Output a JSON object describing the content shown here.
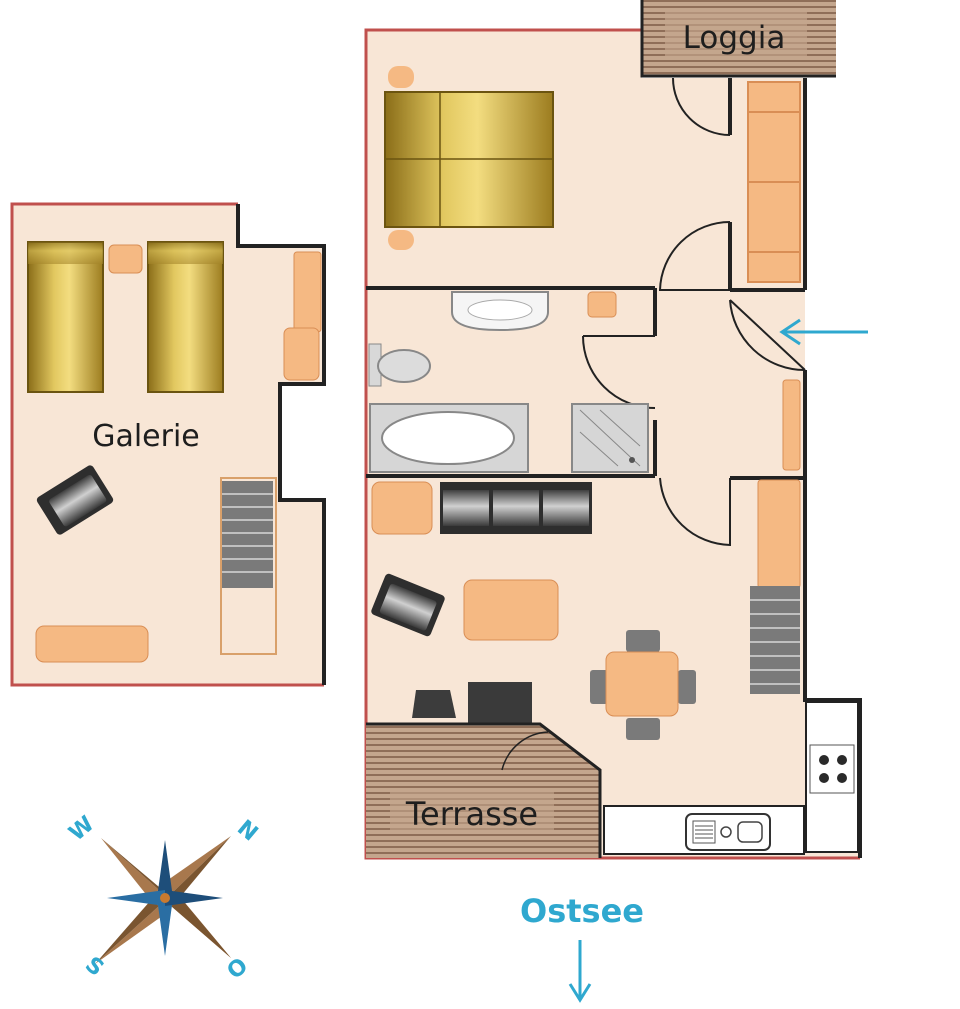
{
  "labels": {
    "loggia": "Loggia",
    "galerie": "Galerie",
    "terrasse": "Terrasse",
    "ostsee": "Ostsee"
  },
  "compass": {
    "w": "W",
    "n": "N",
    "s": "S",
    "o": "O"
  },
  "colors": {
    "floor": "#f8e6d6",
    "outer_wall": "#c0504d",
    "inner_wall": "#222222",
    "furniture": "#f5b983",
    "furniture_edge": "#d98e55",
    "deck": "#b8967c",
    "accent": "#2fa8cf",
    "gold": "#c9a52a",
    "gray": "#6f6f6f"
  },
  "icons": [
    "arrow-left-icon",
    "arrow-down-icon",
    "compass-rose-icon"
  ]
}
